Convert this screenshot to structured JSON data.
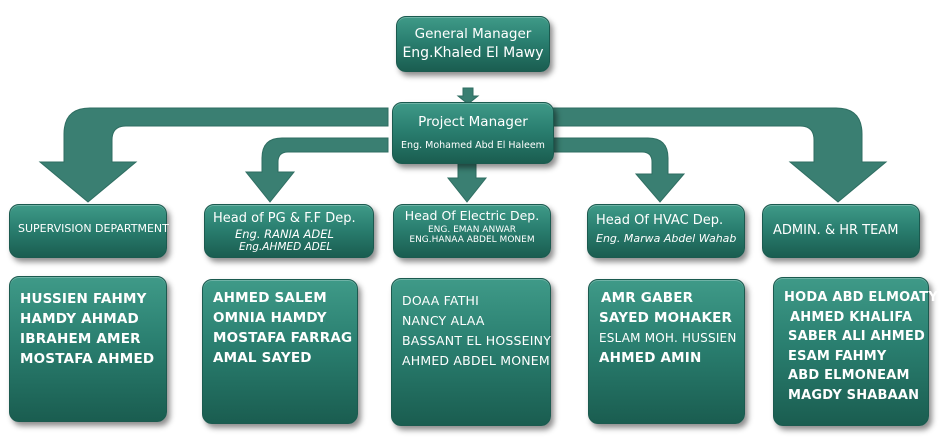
{
  "colors": {
    "box_top": "#3f9a88",
    "box_bottom": "#1a5d50",
    "connector": "#3a7f72"
  },
  "general_manager": {
    "title": "General Manager",
    "name": "Eng.Khaled El Mawy"
  },
  "project_manager": {
    "title": "Project Manager",
    "name": "Eng. Mohamed Abd El Haleem"
  },
  "departments": [
    {
      "head_lines": [
        "SUPERVISION DEPARTMENT"
      ],
      "members": [
        "HUSSIEN FAHMY",
        "HAMDY AHMAD",
        "IBRAHEM AMER",
        "MOSTAFA AHMED"
      ]
    },
    {
      "head_lines": [
        "Head of PG & F.F Dep.",
        "Eng. RANIA ADEL",
        "Eng.AHMED ADEL"
      ],
      "members": [
        "AHMED SALEM",
        "OMNIA HAMDY",
        "MOSTAFA FARRAG",
        "AMAL SAYED"
      ]
    },
    {
      "head_lines": [
        "Head Of Electric Dep.",
        "ENG. EMAN ANWAR",
        "ENG.HANAA ABDEL MONEM"
      ],
      "members": [
        "DOAA FATHI",
        "NANCY ALAA",
        "BASSANT EL HOSSEINY",
        "AHMED ABDEL MONEM"
      ]
    },
    {
      "head_lines": [
        "Head Of HVAC Dep.",
        "Eng. Marwa Abdel Wahab"
      ],
      "members": [
        "AMR GABER",
        "SAYED MOHAKER",
        "ESLAM MOH. HUSSIEN",
        "AHMED AMIN"
      ]
    },
    {
      "head_lines": [
        "ADMIN. & HR TEAM"
      ],
      "members": [
        "HODA ABD ELMOATY",
        "AHMED KHALIFA",
        "SABER ALI AHMED",
        "ESAM FAHMY",
        "ABD ELMONEAM",
        "MAGDY SHABAAN"
      ]
    }
  ]
}
